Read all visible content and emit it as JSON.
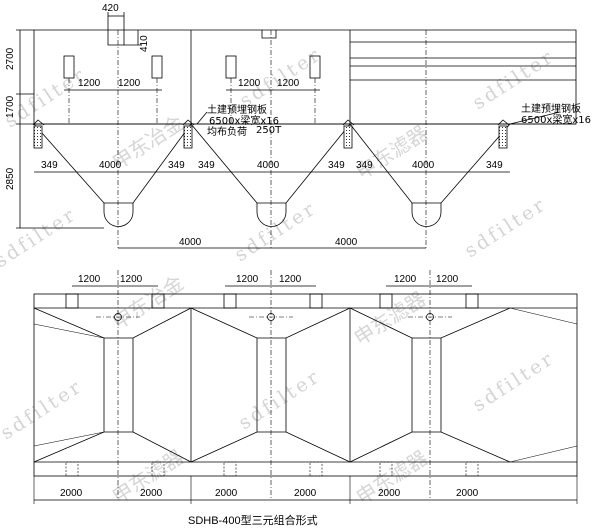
{
  "title": "SDHB-400型三元组合形式",
  "elevation": {
    "dim_420": "420",
    "dim_410": "410",
    "dim_2700": "2700",
    "dim_1700": "1700",
    "dim_2850": "2850",
    "dim_1200": "1200",
    "dim_349": "349",
    "dim_4000": "4000"
  },
  "notes": {
    "embedded_plate": "土建预埋钢板",
    "plate_spec": "6500x梁宽x16",
    "load_label": "均布负荷",
    "load_value": "250T"
  },
  "plan": {
    "dim_1200": "1200",
    "dim_2000": "2000"
  },
  "watermark": {
    "latin": "sdfilter",
    "cn_1": "申东滤器",
    "cn_2": "申东冶金"
  }
}
